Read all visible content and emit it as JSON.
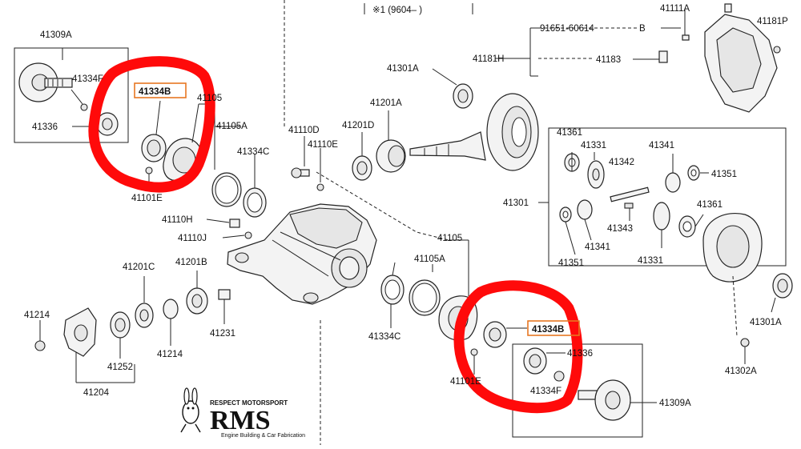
{
  "header": {
    "variant_text": "※1 (9604–     )"
  },
  "labels": {
    "l41309A_top": "41309A",
    "l41334F_top": "41334F",
    "l41336_left": "41336",
    "l41334B_top": "41334B",
    "l41105_top": "41105",
    "l41105A_top": "41105A",
    "l41334C_top": "41334C",
    "l41101E_left": "41101E",
    "l41110D": "41110D",
    "l41110E": "41110E",
    "l41110H": "41110H",
    "l41110J": "41110J",
    "l41201D": "41201D",
    "l41201A": "41201A",
    "l41301A_top": "41301A",
    "l91651": "91651-60614",
    "lB": "B",
    "l41111A": "41111A",
    "l41181P": "41181P",
    "l41181H": "41181H",
    "l41183": "41183",
    "l41301": "41301",
    "l41361_top": "41361",
    "l41331_top": "41331",
    "l41341_top": "41341",
    "l41342": "41342",
    "l41351_right": "41351",
    "l41361_right": "41361",
    "l41343": "41343",
    "l41341_bot": "41341",
    "l41331_bot": "41331",
    "l41351_bot": "41351",
    "l41201C": "41201C",
    "l41201B": "41201B",
    "l41214_left": "41214",
    "l41214_bot": "41214",
    "l41231": "41231",
    "l41252": "41252",
    "l41204": "41204",
    "l41105_mid": "41105",
    "l41105A_mid": "41105A",
    "l41334C_mid": "41334C",
    "l41334B_bot": "41334B",
    "l41336_bot": "41336",
    "l41101E_bot": "41101E",
    "l41334F_bot": "41334F",
    "l41309A_bot": "41309A",
    "l41301A_right": "41301A",
    "l41302A": "41302A"
  },
  "highlights": {
    "highlight_color": "#ff0a0a",
    "box_color": "#e87722"
  },
  "logo": {
    "top_text": "RESPECT MOTORSPORT",
    "big_text": "RMS",
    "sub_text": "Engine Building & Car Fabrication"
  }
}
